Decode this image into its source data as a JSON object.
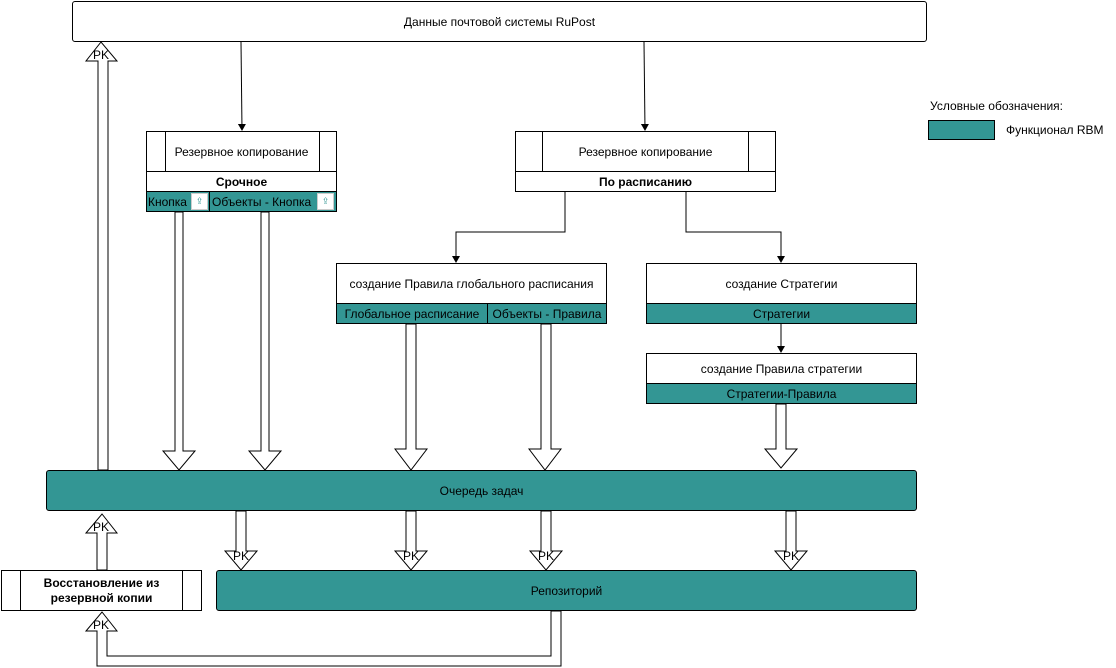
{
  "source": {
    "title": "Данные почтовой системы RuPost"
  },
  "legend": {
    "title": "Условные обозначения:",
    "item_label": "Функционал RBM",
    "item_color": "#339694"
  },
  "backup_urgent": {
    "title": "Резервное копирование",
    "mode": "Срочное",
    "cells": [
      "Кнопка",
      "Объекты - Кнопка"
    ],
    "cell_icon": "upload-icon"
  },
  "backup_scheduled": {
    "title": "Резервное копирование",
    "mode": "По расписанию"
  },
  "global_schedule": {
    "title": "создание Правила глобального расписания",
    "cells": [
      "Глобальное расписание",
      "Объекты - Правила"
    ]
  },
  "strategy": {
    "title": "создание Стратегии",
    "cell": "Стратегии"
  },
  "strategy_rule": {
    "title": "создание Правила стратегии",
    "cell": "Стратегии-Правила"
  },
  "queue": {
    "title": "Очередь задач"
  },
  "repository": {
    "title": "Репозиторий"
  },
  "restore": {
    "title": "Восстановление из резервной копии"
  },
  "arrow_label": "PK"
}
